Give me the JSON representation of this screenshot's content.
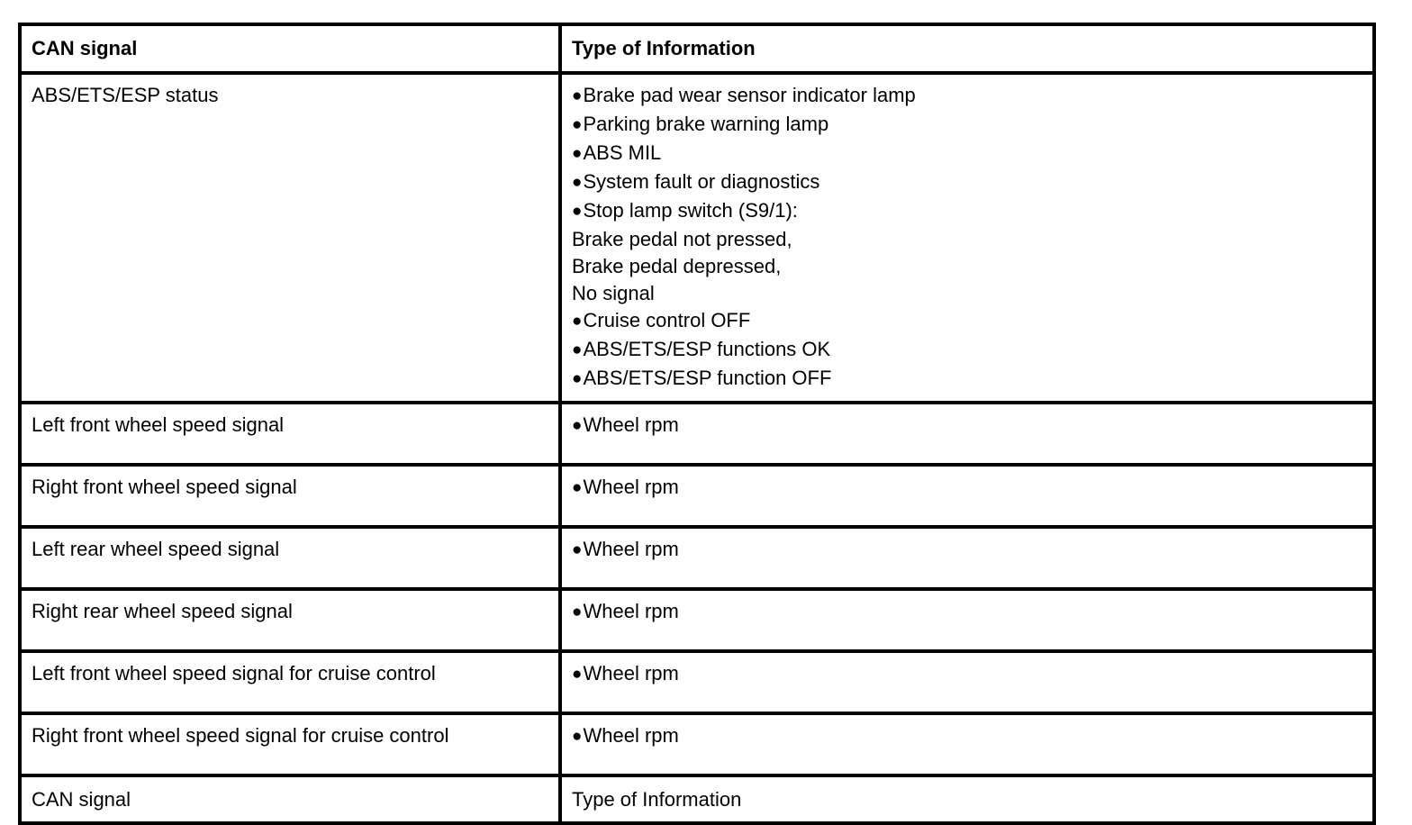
{
  "table": {
    "bullet_glyph": "●",
    "header": {
      "col1": "CAN signal",
      "col2": "Type of Information"
    },
    "footer": {
      "col1": "CAN signal",
      "col2": "Type of Information"
    },
    "rows": [
      {
        "signal": "ABS/ETS/ESP status",
        "info": [
          {
            "bullet": true,
            "text": "Brake pad wear sensor indicator lamp"
          },
          {
            "bullet": true,
            "text": "Parking brake warning lamp"
          },
          {
            "bullet": true,
            "text": "ABS MIL"
          },
          {
            "bullet": true,
            "text": "System fault or diagnostics"
          },
          {
            "bullet": true,
            "text": "Stop lamp switch (S9/1):"
          },
          {
            "bullet": false,
            "text": "Brake pedal not pressed,"
          },
          {
            "bullet": false,
            "text": "Brake pedal depressed,"
          },
          {
            "bullet": false,
            "text": "No signal"
          },
          {
            "bullet": true,
            "text": "Cruise control OFF"
          },
          {
            "bullet": true,
            "text": "ABS/ETS/ESP functions OK"
          },
          {
            "bullet": true,
            "text": "ABS/ETS/ESP function OFF"
          }
        ]
      },
      {
        "signal": "Left front wheel speed signal",
        "info": [
          {
            "bullet": true,
            "text": "Wheel rpm"
          }
        ]
      },
      {
        "signal": "Right front wheel speed signal",
        "info": [
          {
            "bullet": true,
            "text": "Wheel rpm"
          }
        ]
      },
      {
        "signal": "Left rear wheel speed signal",
        "info": [
          {
            "bullet": true,
            "text": "Wheel rpm"
          }
        ]
      },
      {
        "signal": "Right rear wheel speed signal",
        "info": [
          {
            "bullet": true,
            "text": "Wheel rpm"
          }
        ]
      },
      {
        "signal": "Left front wheel speed signal for cruise control",
        "info": [
          {
            "bullet": true,
            "text": "Wheel rpm"
          }
        ]
      },
      {
        "signal": "Right front wheel speed signal for cruise control",
        "info": [
          {
            "bullet": true,
            "text": "Wheel rpm"
          }
        ]
      }
    ]
  }
}
